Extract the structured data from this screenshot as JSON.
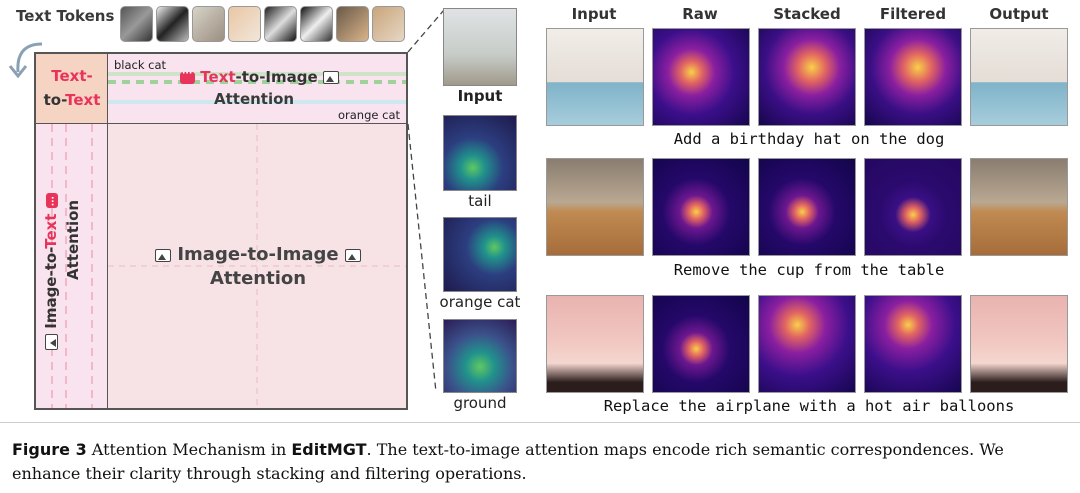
{
  "left_panel": {
    "text_tokens_label": "Text Tokens",
    "t2t_line1": "Text-",
    "t2t_line2_a": "to-",
    "t2t_line2_b": "Text",
    "t2i_word1": "Text",
    "t2i_word2": "-to-Image",
    "t2i_word3": "Attention",
    "black_cat": "black cat",
    "orange_cat": "orange cat",
    "i2t_part1": "Image-to-",
    "i2t_part2": "Text",
    "i2t_part3": "Attention",
    "i2i_line1": "Image-to-Image",
    "i2i_line2": "Attention"
  },
  "middle_column": {
    "labels": [
      "Input",
      "tail",
      "orange cat",
      "ground"
    ]
  },
  "right_grid": {
    "headers": [
      "Input",
      "Raw",
      "Stacked",
      "Filtered",
      "Output"
    ],
    "captions": [
      "Add a birthday hat on the dog",
      "Remove the cup from the table",
      "Replace the airplane with a hot air balloons"
    ]
  },
  "figure_caption": {
    "fig_num": "Figure 3",
    "text_a": "Attention Mechanism in",
    "model": "EditMGT",
    "text_b": ". The text-to-image attention maps encode rich semantic correspondences. We enhance their clarity through stacking and filtering operations."
  }
}
